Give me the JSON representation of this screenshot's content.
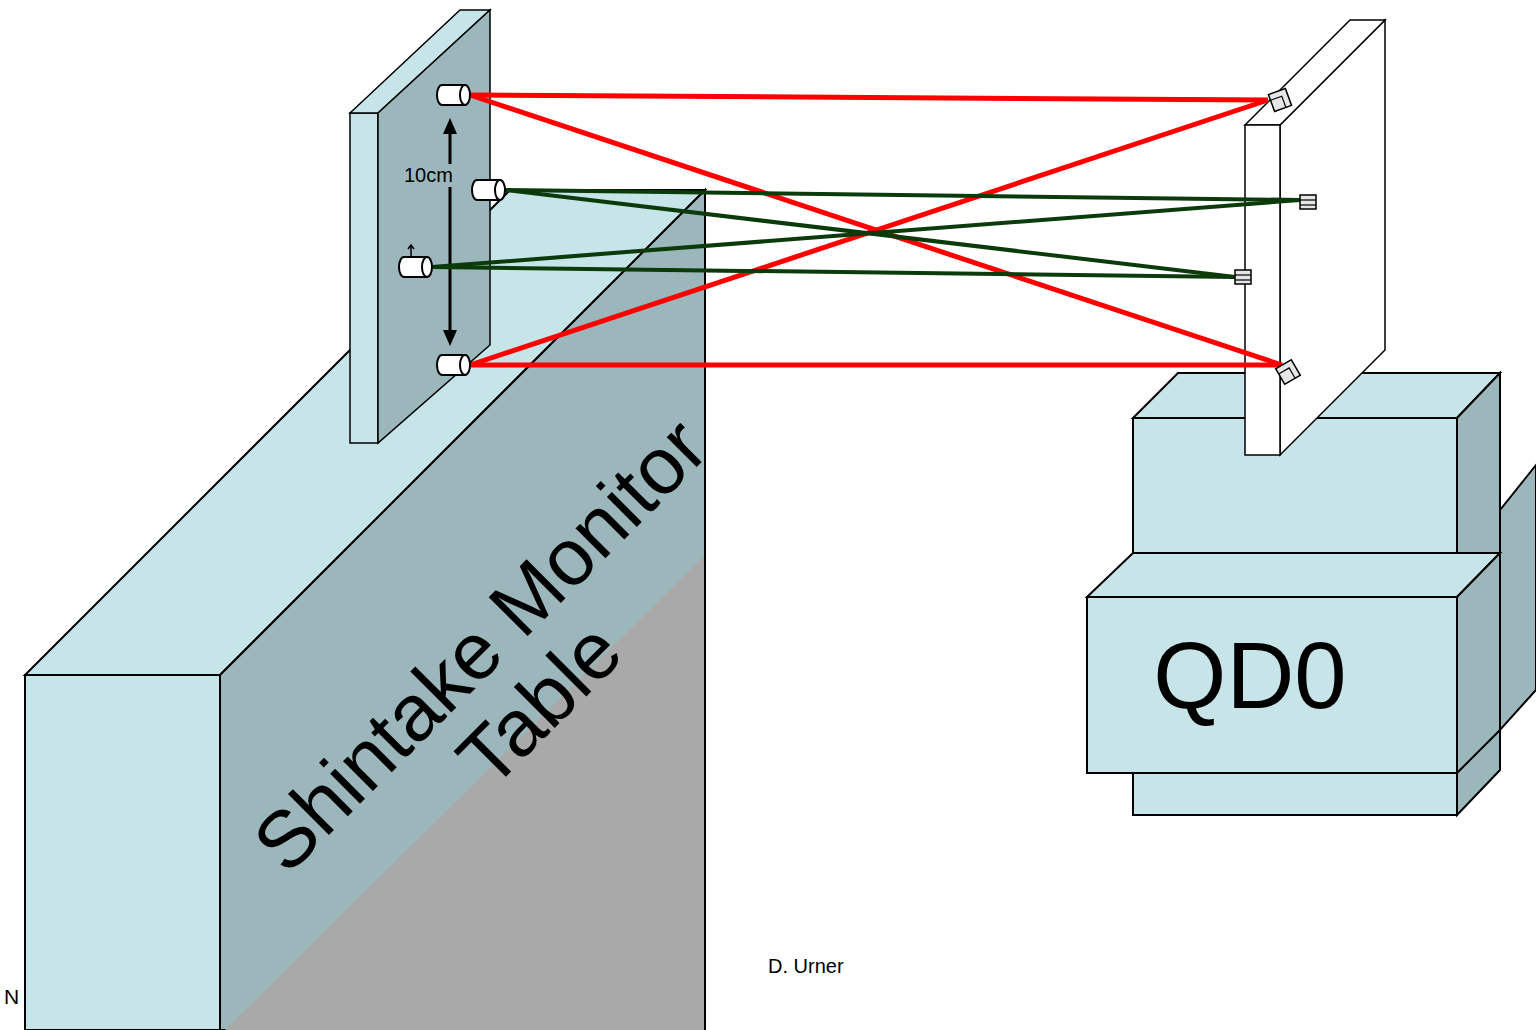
{
  "diagram": {
    "nodes": [
      {
        "text": [
          "Shintake Monitor Table"
        ]
      },
      {
        "text": [
          "QD0"
        ]
      }
    ],
    "labels": [
      "10cm",
      "N",
      "D. Urner"
    ]
  }
}
